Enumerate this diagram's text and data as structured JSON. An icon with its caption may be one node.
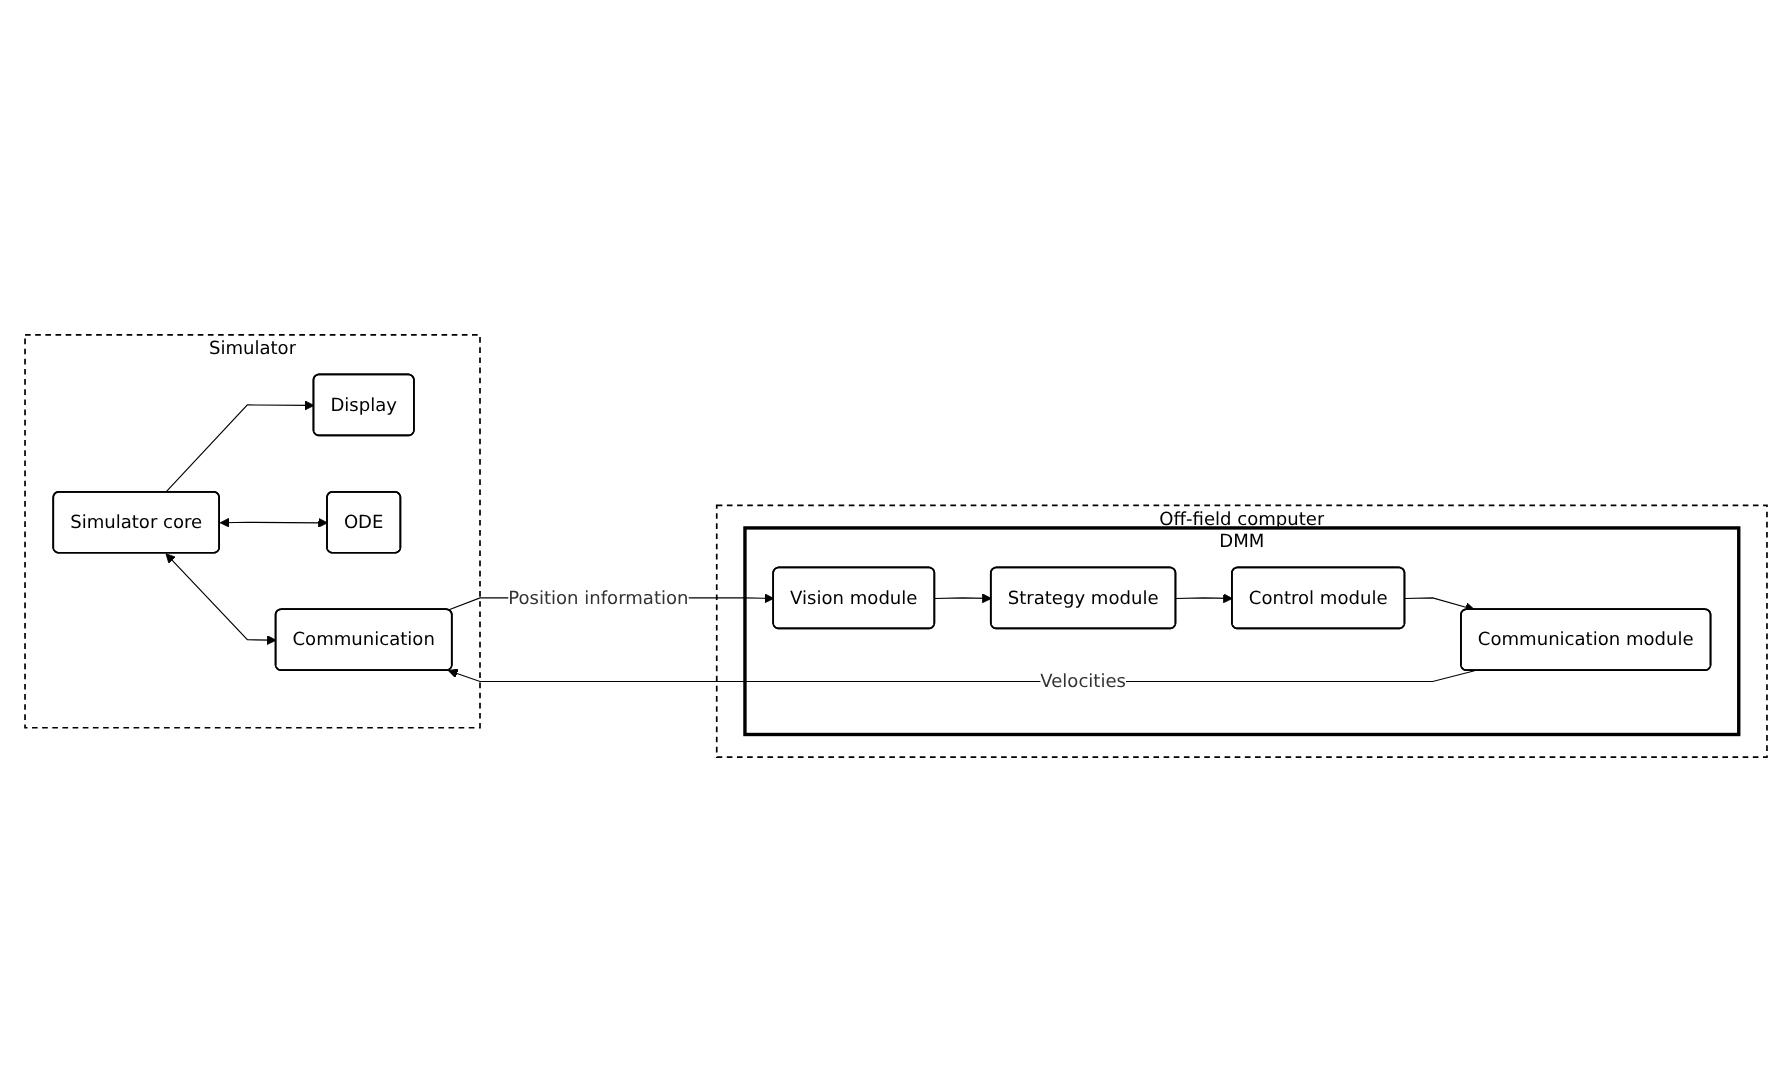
{
  "diagram": {
    "nodes": [
      {
        "text": [
          "Simulator"
        ]
      },
      {
        "text": [
          "Display"
        ],
        "in": 0
      },
      {
        "text": [
          "Simulator core"
        ],
        "in": 0
      },
      {
        "text": [
          "ODE"
        ],
        "in": 0
      },
      {
        "text": [
          "Communication"
        ],
        "in": 0
      },
      {
        "text": [
          "Off-field computer"
        ]
      },
      {
        "text": [
          "DMM"
        ],
        "in": 5
      },
      {
        "text": [
          "Vision module"
        ],
        "in": 6
      },
      {
        "text": [
          "Strategy module"
        ],
        "in": 6
      },
      {
        "text": [
          "Control module"
        ],
        "in": 6
      },
      {
        "text": [
          "Communication module"
        ],
        "in": 6
      }
    ],
    "edges": [
      {
        "from": 2,
        "to": 1,
        "arrow": "to"
      },
      {
        "from": 2,
        "to": 4,
        "arrow": "both"
      },
      {
        "from": 2,
        "to": 3,
        "arrow": "both"
      },
      {
        "from": 4,
        "to": 7,
        "arrow": "to",
        "label": "Position information"
      },
      {
        "from": 7,
        "to": 8,
        "arrow": "to"
      },
      {
        "from": 8,
        "to": 9,
        "arrow": "to"
      },
      {
        "from": 9,
        "to": 10,
        "arrow": "to"
      },
      {
        "from": 10,
        "to": 4,
        "arrow": "to",
        "label": "Velocities"
      }
    ]
  }
}
